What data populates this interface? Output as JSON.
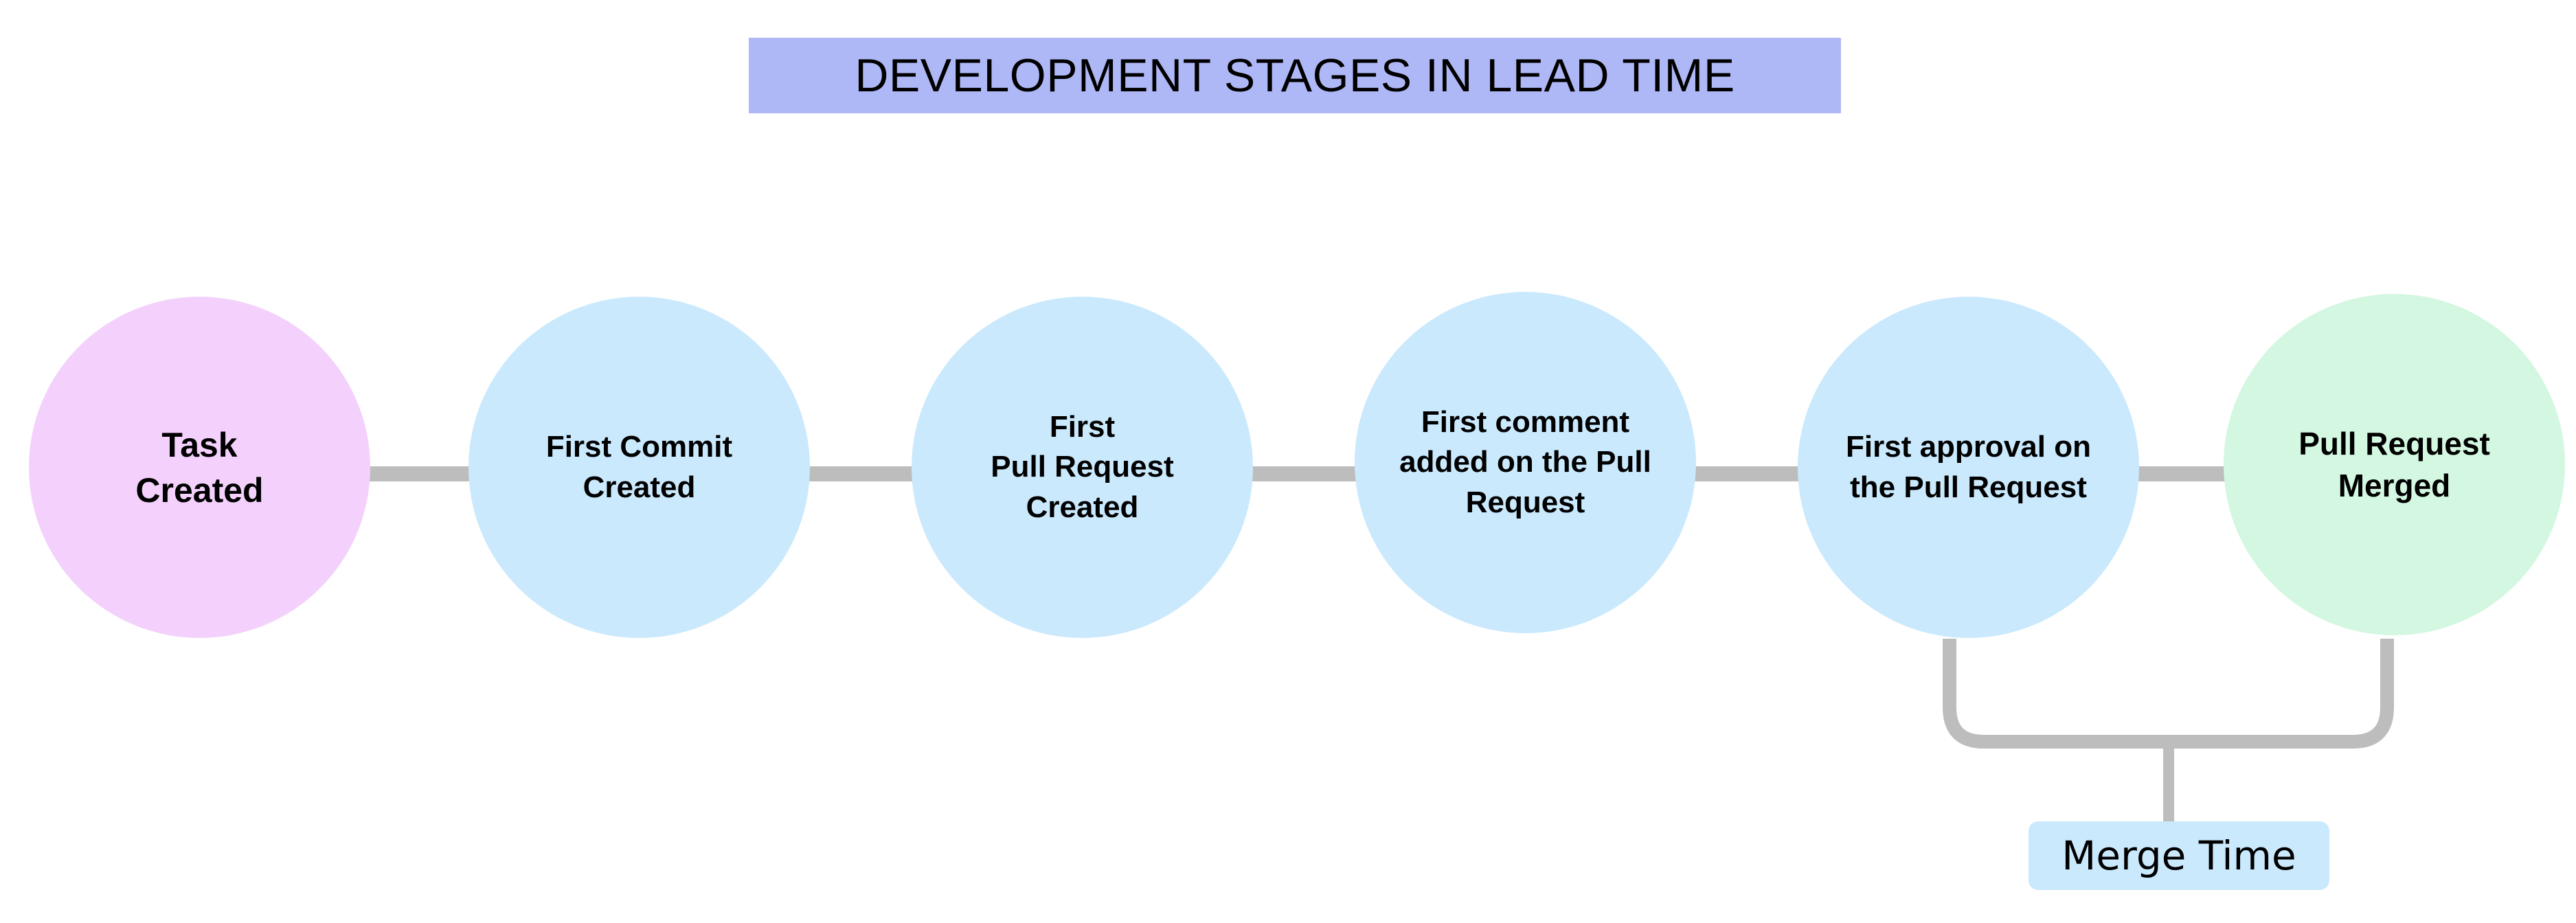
{
  "title": {
    "text": "DEVELOPMENT STAGES IN LEAD TIME",
    "background_color": "#AFB8F6",
    "text_color": "#000000"
  },
  "colors": {
    "start_node": "#F3D1FC",
    "process_node": "#CAE9FD",
    "end_node": "#D3F7E0",
    "connector": "#BDBDBD",
    "badge": "#CAE9FD",
    "page_background": "#FFFFFF"
  },
  "stages": [
    {
      "id": "task-created",
      "label": "Task\nCreated",
      "color": "#F3D1FC",
      "font_size": 50
    },
    {
      "id": "first-commit-created",
      "label": "First Commit\nCreated",
      "color": "#CAE9FD",
      "font_size": 44
    },
    {
      "id": "first-pull-request-created",
      "label": "First\nPull Request\nCreated",
      "color": "#CAE9FD",
      "font_size": 44
    },
    {
      "id": "first-comment-added",
      "label": "First comment\nadded on the Pull\nRequest",
      "color": "#CAE9FD",
      "font_size": 44
    },
    {
      "id": "first-approval",
      "label": "First approval on\nthe Pull Request",
      "color": "#CAE9FD",
      "font_size": 44
    },
    {
      "id": "pull-request-merged",
      "label": "Pull Request\nMerged",
      "color": "#D3F7E0",
      "font_size": 46
    }
  ],
  "annotation": {
    "id": "merge-time",
    "label": "Merge Time",
    "spans_from": "first-approval",
    "spans_to": "pull-request-merged",
    "background_color": "#CAE9FD"
  }
}
